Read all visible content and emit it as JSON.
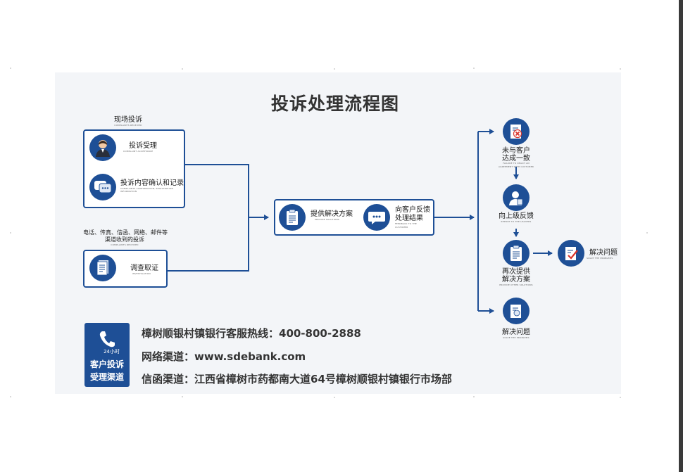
{
  "title": "投诉处理流程图",
  "onsite": {
    "heading": "现场投诉",
    "heading_en": "COMPLAINTS RECEIVED",
    "step1": "投诉受理",
    "step1_en": "COMPLAINT ACCEPTANCE",
    "step2": "投诉内容确认和记录",
    "step2_en": "COMPLAINTS CONFIRMATION, REGISTRATION INFORMATION"
  },
  "remote": {
    "heading_line1": "电话、传真、信函、网络、邮件等",
    "heading_line2": "渠道收到的投诉",
    "heading_en": "COMPLAINTS RECEIVED",
    "step": "调查取证",
    "step_en": "INVESTIGATION"
  },
  "middle": {
    "step1": "提供解决方案",
    "step1_en": "PROVIDE SOLUTIONS",
    "step2_line1": "向客户反馈",
    "step2_line2": "处理结果",
    "step2_en_line1": "FEEDBACK TO THE",
    "step2_en_line2": "CUSTOMER"
  },
  "right": {
    "fail_line1": "未与客户",
    "fail_line2": "达成一致",
    "fail_en_line1": "FAILURE TO REACH AN",
    "fail_en_line2": "AGREEMENT WITH CUSTOMER",
    "report": "向上级反馈",
    "report_en": "REPORT TO THE LEADERS",
    "again_line1": "再次提供",
    "again_line2": "解决方案",
    "again_en": "PROVIDE OTHER SOLUTIONS",
    "solve1": "解决问题",
    "solve1_en": "SOLVE THE PROBLEMS",
    "solve2": "解决问题",
    "solve2_en": "SOLVE THE PROBLEMS"
  },
  "badge": {
    "hours": "24小时",
    "line1": "客户投诉",
    "line2": "受理渠道"
  },
  "contact": {
    "hotline": "樟树顺银村镇银行客服热线：400-800-2888",
    "web": "网络渠道：www.sdebank.com",
    "mail": "信函渠道：江西省樟树市药都南大道64号樟树顺银村镇银行市场部"
  },
  "colors": {
    "primary": "#1e4f96",
    "panel_bg": "#f3f5f8",
    "cross": "#d9342b",
    "check": "#d9342b"
  },
  "icons": [
    "person-icon",
    "chat-bubble-icon",
    "document-icon",
    "clipboard-icon",
    "cross-document-icon",
    "leader-icon",
    "check-document-icon"
  ]
}
